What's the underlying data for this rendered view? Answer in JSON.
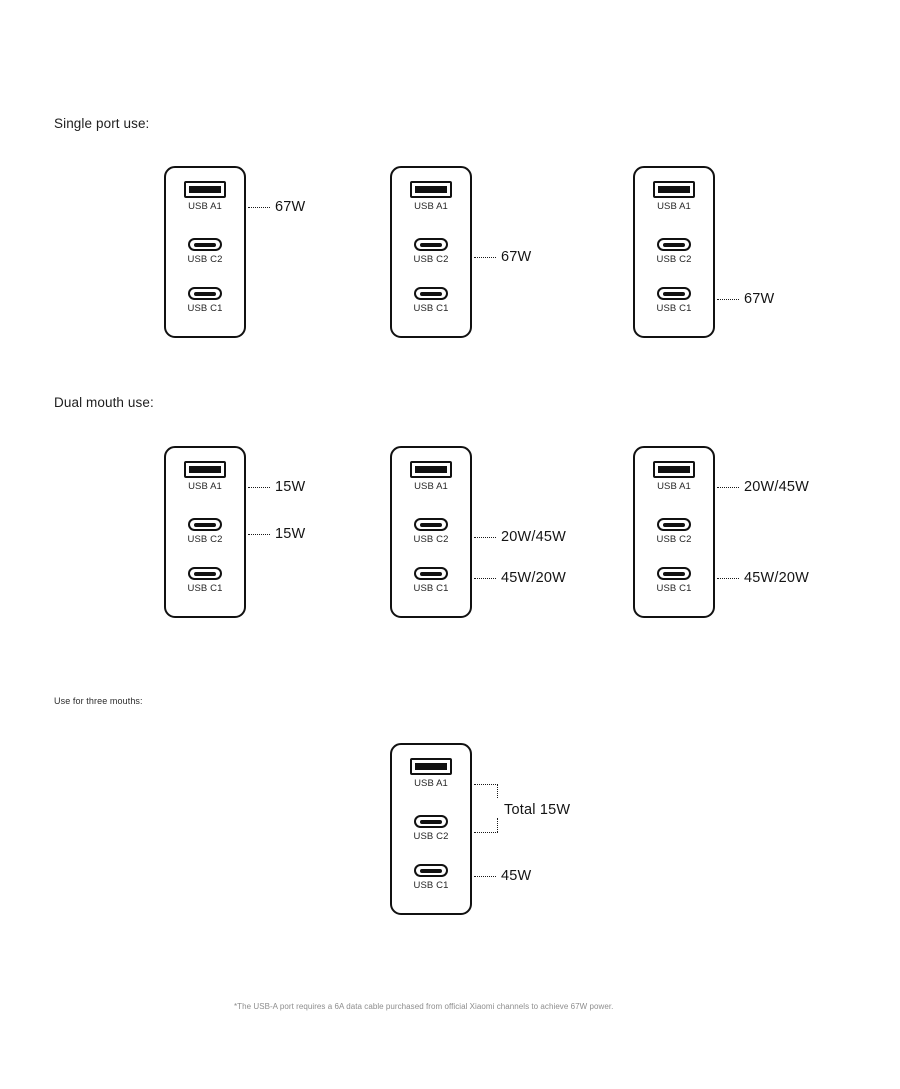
{
  "sections": [
    {
      "heading": "Single port use:"
    },
    {
      "heading": "Dual mouth use:"
    },
    {
      "heading": "Use for three mouths:"
    }
  ],
  "port_labels": {
    "a1": "USB A1",
    "c2": "USB C2",
    "c1": "USB C1"
  },
  "single_port": {
    "diagrams": [
      {
        "callouts": {
          "a1": "67W"
        }
      },
      {
        "callouts": {
          "c2": "67W"
        }
      },
      {
        "callouts": {
          "c1": "67W"
        }
      }
    ]
  },
  "dual_port": {
    "diagrams": [
      {
        "callouts": {
          "a1": "15W",
          "c2": "15W"
        }
      },
      {
        "callouts": {
          "c2": "20W/45W",
          "c1": "45W/20W"
        }
      },
      {
        "callouts": {
          "a1": "20W/45W",
          "c1": "45W/20W"
        }
      }
    ]
  },
  "triple_port": {
    "diagram": {
      "callouts": {
        "combined_a1_c2": "Total 15W",
        "c1": "45W"
      }
    }
  },
  "footnote": "*The USB-A port requires a 6A data cable purchased from official Xiaomi channels to achieve 67W power.",
  "colors": {
    "stroke": "#111111",
    "text": "#1b1b1b",
    "footnote": "#8d8d8d",
    "background": "#ffffff"
  }
}
